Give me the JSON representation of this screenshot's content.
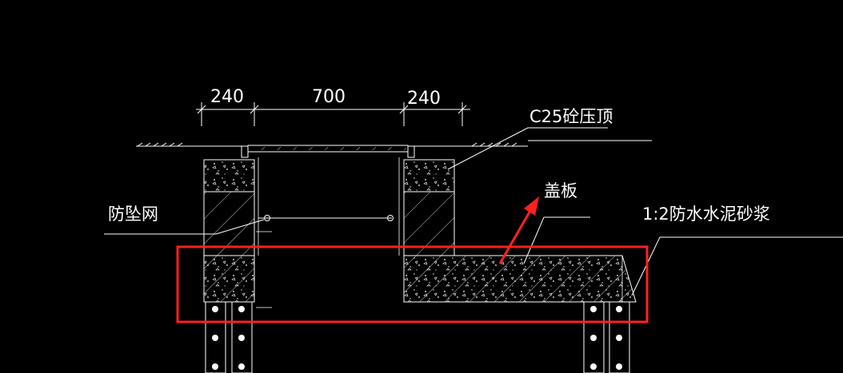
{
  "dimensions": {
    "left_wall": "240",
    "opening": "700",
    "right_wall": "240"
  },
  "labels": {
    "coping": "C25砼压顶",
    "cover_plate": "盖板",
    "fall_net": "防坠网",
    "mortar": "1:2防水水泥砂浆"
  },
  "colors": {
    "background": "#000000",
    "line": "#ffffff",
    "annotation_box": "#ff2020",
    "annotation_arrow": "#ff2020"
  }
}
